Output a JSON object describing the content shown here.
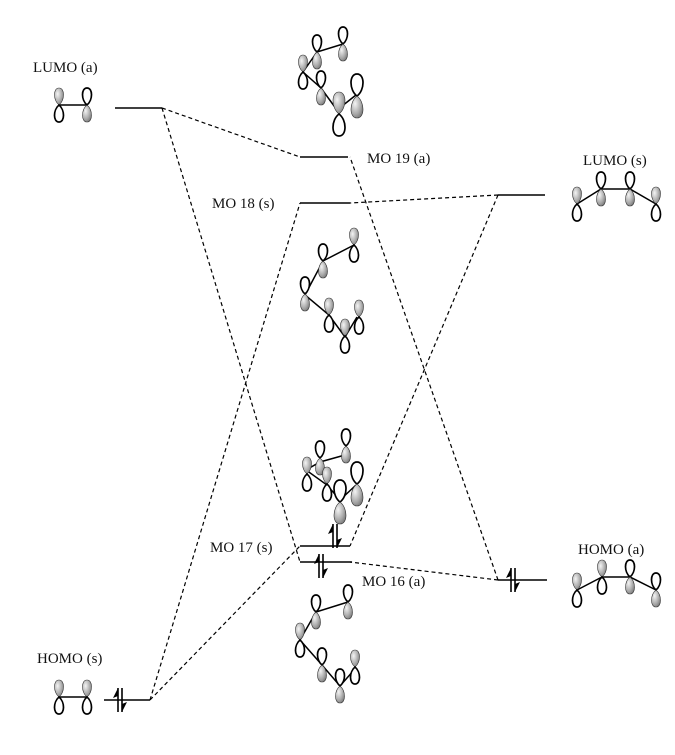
{
  "diagram": {
    "type": "molecular-orbital-correlation-diagram",
    "left_fragment": {
      "lumo_label": "LUMO (a)",
      "homo_label": "HOMO (s)",
      "homo_electrons": 2,
      "lumo_electrons": 0
    },
    "right_fragment": {
      "lumo_label": "LUMO (s)",
      "homo_label": "HOMO (a)",
      "homo_electrons": 2,
      "lumo_electrons": 0
    },
    "center_orbitals": [
      {
        "label": "MO 19 (a)",
        "electrons": 0
      },
      {
        "label": "MO 18 (s)",
        "electrons": 0
      },
      {
        "label": "MO 17 (s)",
        "electrons": 2
      },
      {
        "label": "MO 16 (a)",
        "electrons": 2
      }
    ],
    "correlations": [
      {
        "from": "LUMO (a)",
        "to": "MO 19 (a)"
      },
      {
        "from": "LUMO (a)",
        "to": "MO 16 (a)"
      },
      {
        "from": "HOMO (s)",
        "to": "MO 18 (s)"
      },
      {
        "from": "HOMO (s)",
        "to": "MO 17 (s)"
      },
      {
        "from": "LUMO (s)",
        "to": "MO 18 (s)"
      },
      {
        "from": "LUMO (s)",
        "to": "MO 17 (s)"
      },
      {
        "from": "HOMO (a)",
        "to": "MO 19 (a)"
      },
      {
        "from": "HOMO (a)",
        "to": "MO 16 (a)"
      }
    ]
  }
}
